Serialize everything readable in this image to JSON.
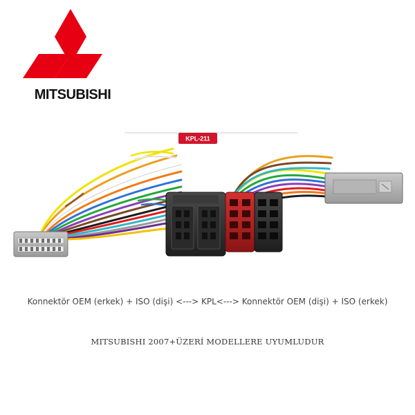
{
  "brand": {
    "wordmark": "MITSUBISHI",
    "logo_color": "#e60012"
  },
  "product": {
    "tag_label": "KPL-211",
    "tag_color": "#d2142c"
  },
  "text": {
    "connector_description": "Konnektör OEM (erkek) + ISO (dişi) <---> KPL<---> Konnektör OEM (dişi) + ISO (erkek)",
    "compatibility": "MITSUBISHI 2007+ÜZERİ MODELLERE UYUMLUDUR"
  }
}
